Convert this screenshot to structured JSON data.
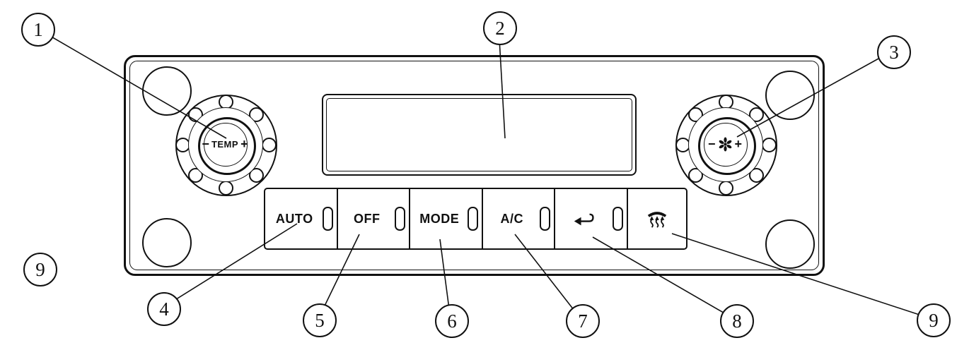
{
  "callouts": [
    "1",
    "2",
    "3",
    "4",
    "5",
    "6",
    "7",
    "8",
    "9",
    "9"
  ],
  "temp_knob": {
    "minus": "−",
    "label": "TEMP",
    "plus": "+"
  },
  "fan_knob": {
    "minus": "−",
    "plus": "+",
    "icon": "fan-icon"
  },
  "buttons": {
    "auto": "AUTO",
    "off": "OFF",
    "mode": "MODE",
    "ac": "A/C",
    "recirculation_icon": "recirculation-icon",
    "defrost_icon": "defrost-icon"
  },
  "display": {
    "text": ""
  },
  "colors": {
    "line": "#111111",
    "background": "#ffffff"
  }
}
